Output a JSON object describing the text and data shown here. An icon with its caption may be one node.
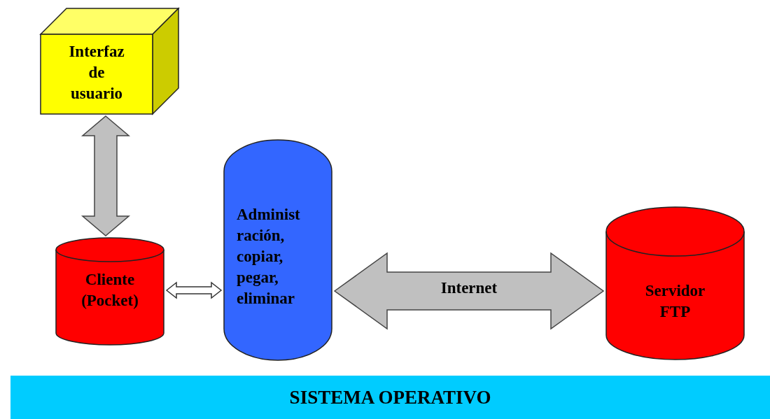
{
  "diagram": {
    "nodes": [
      {
        "text": [
          "Interfaz de usuario"
        ]
      },
      {
        "text": [
          "Cliente (Pocket)"
        ]
      },
      {
        "text": [
          "Administ ración, copiar, pegar, eliminar"
        ]
      },
      {
        "text": [
          "Servidor FTP"
        ]
      },
      {
        "text": [
          "SISTEMA OPERATIVO"
        ]
      }
    ],
    "edges": [
      {
        "from": 0,
        "to": 1,
        "arrow": "both",
        "style": "thick"
      },
      {
        "from": 1,
        "to": 2,
        "arrow": "both"
      },
      {
        "from": 2,
        "to": 3,
        "arrow": "both",
        "style": "thick",
        "label": "Internet"
      }
    ]
  }
}
